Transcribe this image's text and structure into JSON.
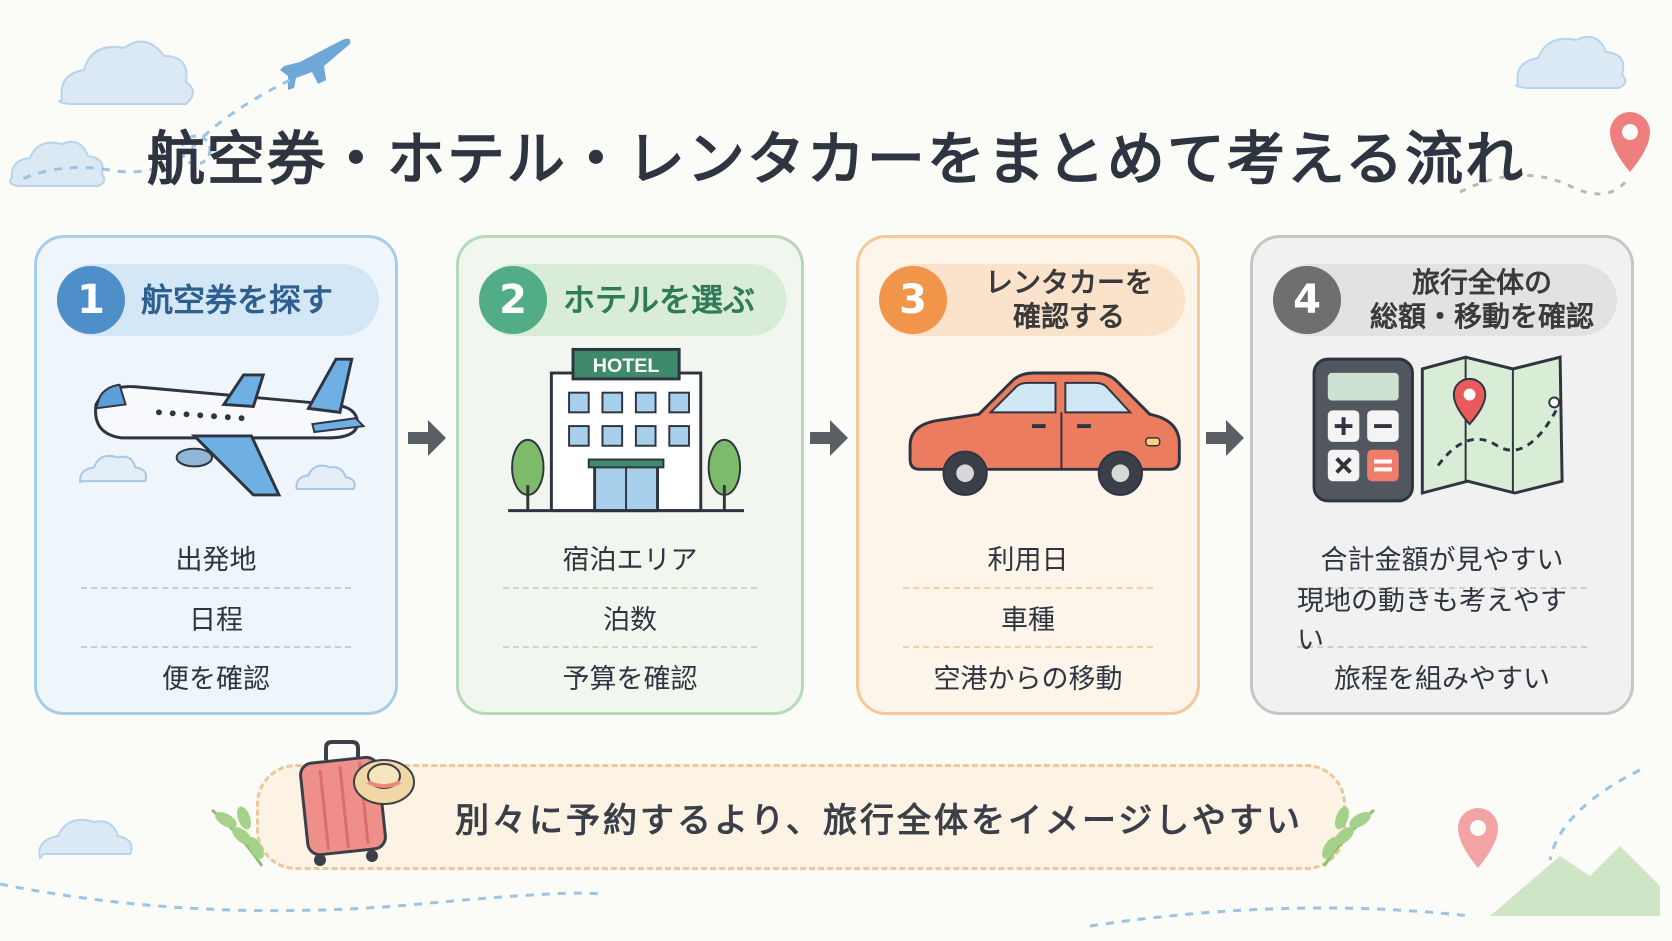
{
  "title": "航空券・ホテル・レンタカーをまとめて考える流れ",
  "steps": [
    {
      "number": "1",
      "title_lines": [
        "航空券を探す"
      ],
      "icon": "airplane-icon",
      "items": [
        "出発地",
        "日程",
        "便を確認"
      ]
    },
    {
      "number": "2",
      "title_lines": [
        "ホテルを選ぶ"
      ],
      "icon": "hotel-icon",
      "sign_text": "HOTEL",
      "items": [
        "宿泊エリア",
        "泊数",
        "予算を確認"
      ]
    },
    {
      "number": "3",
      "title_lines": [
        "レンタカーを",
        "確認する"
      ],
      "icon": "car-icon",
      "items": [
        "利用日",
        "車種",
        "空港からの移動"
      ]
    },
    {
      "number": "4",
      "title_lines": [
        "旅行全体の",
        "総額・移動を確認"
      ],
      "icon": "calculator-map-icon",
      "items": [
        "合計金額が見やすい",
        "現地の動きも考えやすい",
        "旅程を組みやすい"
      ]
    }
  ],
  "banner": {
    "text": "別々に予約するより、旅行全体をイメージしやすい",
    "icon": "suitcase-icon"
  },
  "colors": {
    "step1": "#4e8ec9",
    "step2": "#52ad86",
    "step3": "#f0954a",
    "step4": "#6f6f6f"
  }
}
